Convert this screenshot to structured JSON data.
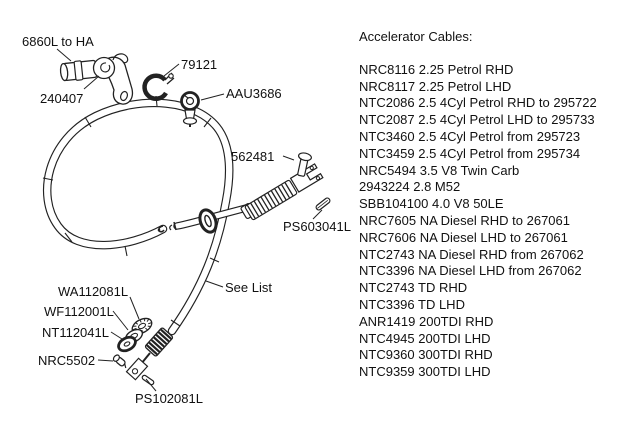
{
  "diagram": {
    "labels": {
      "part_top_ferrule": "6860L to HA",
      "part_lever": "240407",
      "part_clip": "79121",
      "part_grommet_screw": "AAU3686",
      "part_clevis_pin": "562481",
      "part_split_pin": "PS603041L",
      "see_list": "See List",
      "part_star_washer": "WA112081L",
      "part_washer": "WF112001L",
      "part_nut": "NT112041L",
      "part_small_clip": "NRC5502",
      "part_bottom_pin": "PS102081L"
    }
  },
  "parts_list": {
    "title": "Accelerator Cables:",
    "items": [
      "NRC8116 2.25 Petrol RHD",
      "NRC8117 2.25 Petrol LHD",
      "NTC2086 2.5 4Cyl Petrol RHD to 295722",
      "NTC2087 2.5 4Cyl Petrol LHD to 295733",
      "NTC3460 2.5 4Cyl Petrol from 295723",
      "NTC3459 2.5 4Cyl Petrol from 295734",
      "NRC5494 3.5 V8 Twin Carb",
      "2943224 2.8 M52",
      "SBB104100 4.0 V8 50LE",
      "NRC7605 NA Diesel RHD to 267061",
      "NRC7606 NA Diesel LHD to 267061",
      "NTC2743 NA Diesel RHD from 267062",
      "NTC3396 NA Diesel LHD from 267062",
      "NTC2743 TD RHD",
      "NTC3396 TD LHD",
      "ANR1419 200TDI RHD",
      "NTC4945 200TDI LHD",
      "NTC9360 300TDI RHD",
      "NTC9359 300TDI LHD"
    ]
  }
}
